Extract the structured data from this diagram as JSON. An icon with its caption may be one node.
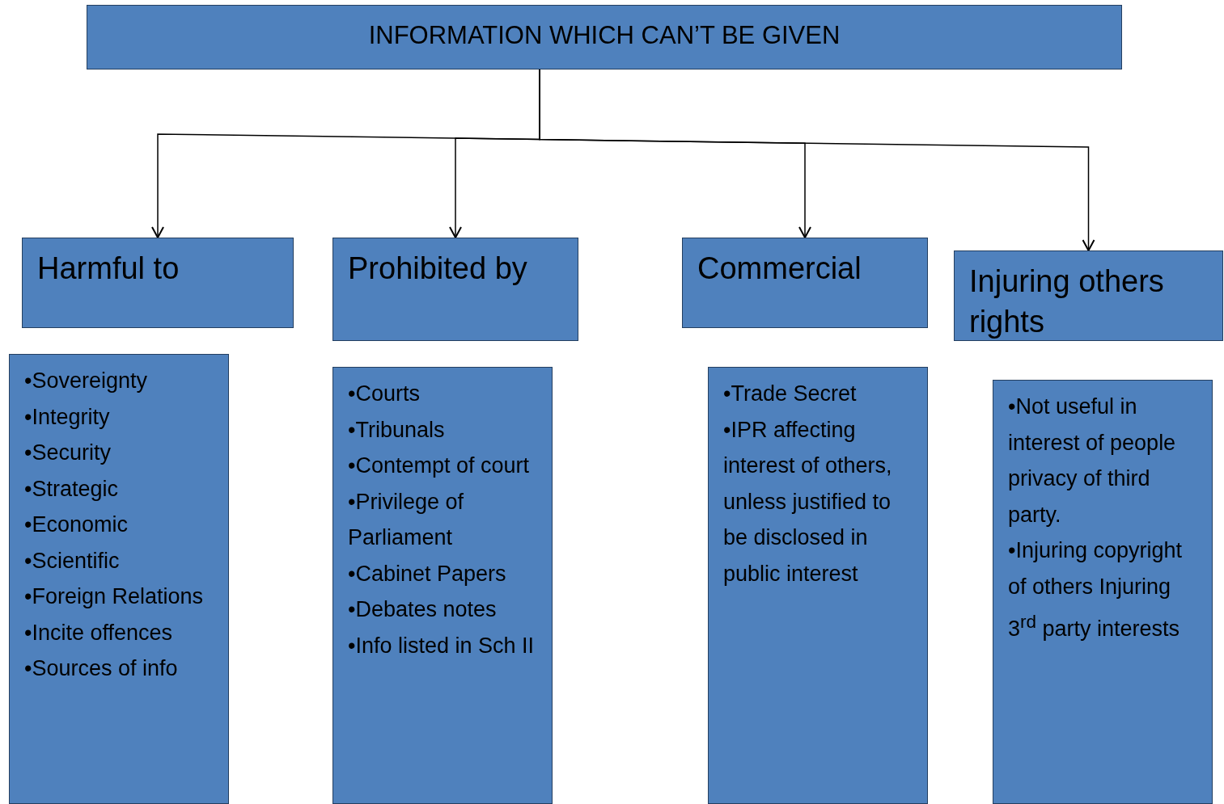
{
  "diagram": {
    "nodes": [
      {
        "text": [
          "INFORMATION WHICH CAN’T BE GIVEN"
        ]
      },
      {
        "text": [
          "Harmful to"
        ]
      },
      {
        "text": [
          "Prohibited by"
        ]
      },
      {
        "text": [
          "Commercial"
        ]
      },
      {
        "text": [
          "Injuring others rights"
        ]
      },
      {
        "text": [
          "•Sovereignty",
          "•Integrity",
          "•Security",
          "•Strategic",
          "•Economic",
          "•Scientific",
          "•Foreign Relations",
          "•Incite offences",
          "•Sources of info"
        ]
      },
      {
        "text": [
          "•Courts",
          "•Tribunals",
          "•Contempt of court",
          "•Privilege of Parliament",
          "•Cabinet Papers",
          "•Debates notes",
          "•Info listed in Sch II"
        ]
      },
      {
        "text": [
          "•Trade Secret",
          "•IPR affecting interest of others, unless justified to be disclosed in public interest"
        ]
      },
      {
        "text": [
          "•Not useful in interest of people privacy of third party.",
          "•Injuring copyright of others Injuring 3$^{rd}$ party interests"
        ]
      }
    ],
    "edges": [
      {
        "from": 0,
        "to": 1,
        "arrow": "to"
      },
      {
        "from": 0,
        "to": 2,
        "arrow": "to"
      },
      {
        "from": 0,
        "to": 3,
        "arrow": "to"
      },
      {
        "from": 0,
        "to": 4,
        "arrow": "to"
      }
    ]
  }
}
